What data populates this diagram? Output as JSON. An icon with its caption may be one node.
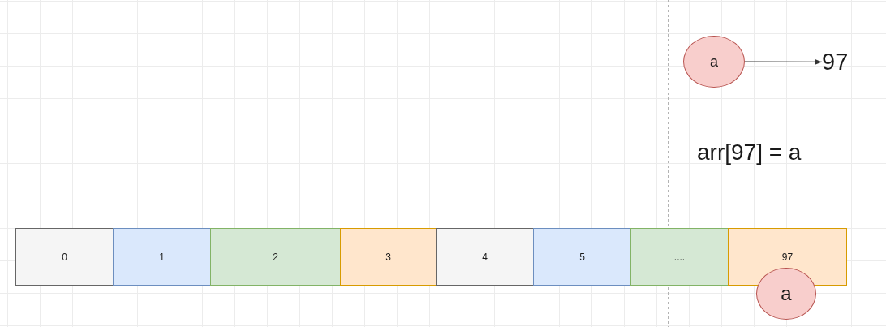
{
  "diagram": {
    "nodes": [
      {
        "text": [
          "a"
        ]
      },
      {
        "text": [
          "97"
        ]
      },
      {
        "text": [
          "0"
        ]
      },
      {
        "text": [
          "1"
        ]
      },
      {
        "text": [
          "2"
        ]
      },
      {
        "text": [
          "3"
        ]
      },
      {
        "text": [
          "4"
        ]
      },
      {
        "text": [
          "5"
        ]
      },
      {
        "text": [
          "...."
        ]
      },
      {
        "text": [
          "97"
        ]
      },
      {
        "text": [
          "a"
        ]
      }
    ],
    "edges": [
      {
        "from": 0,
        "to": 1,
        "arrow": "to"
      }
    ],
    "labels": [
      "arr[97] = a"
    ]
  }
}
